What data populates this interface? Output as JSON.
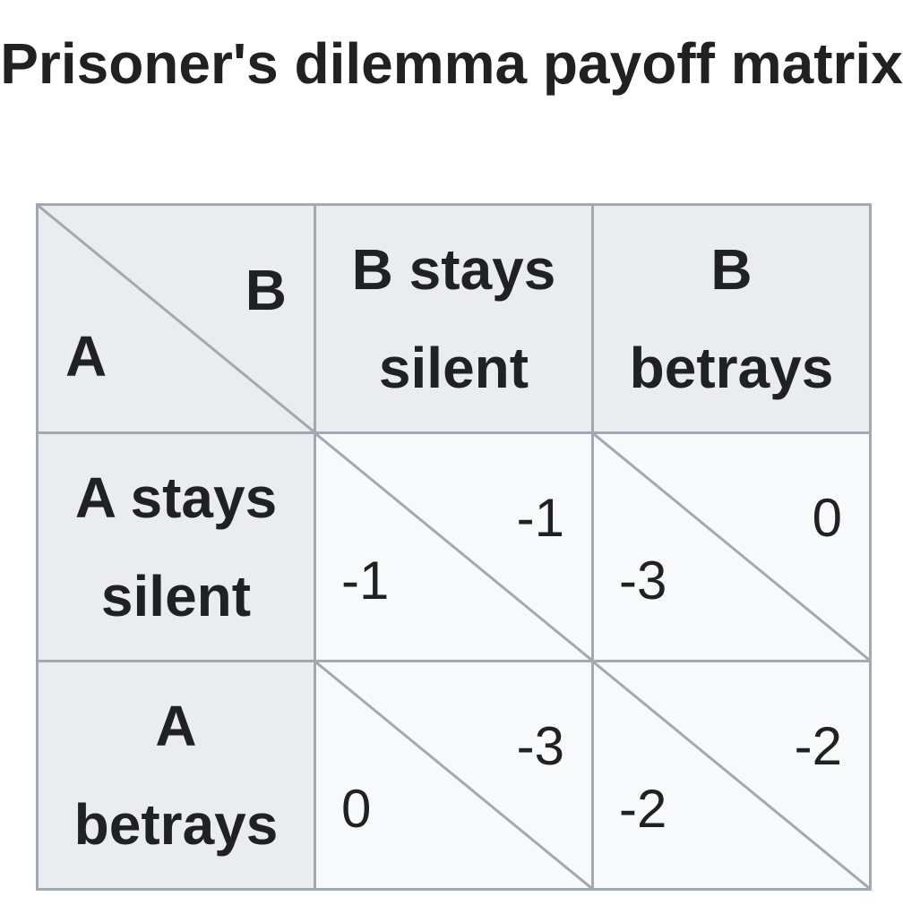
{
  "caption": "Prisoner's dilemma payoff matrix",
  "corner": {
    "col_player": "B",
    "row_player": "A"
  },
  "columns": [
    {
      "line1": "B stays",
      "line2": "silent"
    },
    {
      "line1": "B",
      "line2": "betrays"
    }
  ],
  "rows": [
    {
      "line1": "A stays",
      "line2": "silent",
      "cells": [
        {
          "b": "-1",
          "a": "-1"
        },
        {
          "b": "0",
          "a": "-3"
        }
      ]
    },
    {
      "line1": "A",
      "line2": "betrays",
      "cells": [
        {
          "b": "-3",
          "a": "0"
        },
        {
          "b": "-2",
          "a": "-2"
        }
      ]
    }
  ],
  "colors": {
    "header_bg": "#eaecf0",
    "cell_bg": "#f8f9fa",
    "border": "#a2a9b1",
    "text": "#202122"
  }
}
